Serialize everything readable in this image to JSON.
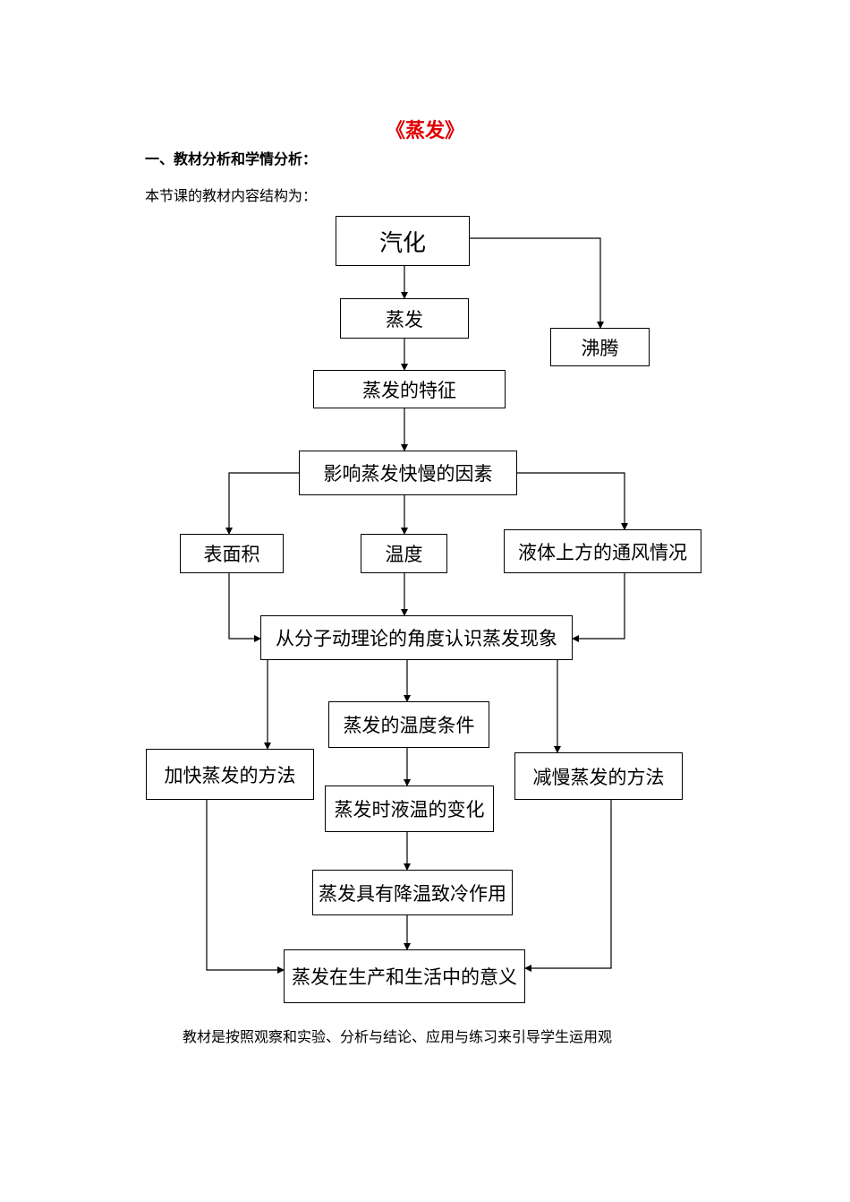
{
  "document": {
    "title": "《蒸发》",
    "section_heading": "一、教材分析和学情分析：",
    "intro": "本节课的教材内容结构为：",
    "paragraph": "教材是按照观察和实验、分析与结论、应用与练习来引导学生运用观"
  },
  "flowchart": {
    "nodes": {
      "vaporization": "汽化",
      "evaporation": "蒸发",
      "boiling": "沸腾",
      "features": "蒸发的特征",
      "factors": "影响蒸发快慢的因素",
      "surface_area": "表面积",
      "temperature": "温度",
      "airflow": "液体上方的通风情况",
      "molecular_view": "从分子动理论的角度认识蒸发现象",
      "temp_condition": "蒸发的温度条件",
      "speed_up": "加快蒸发的方法",
      "slow_down": "减慢蒸发的方法",
      "liquid_temp_change": "蒸发时液温的变化",
      "cooling_effect": "蒸发具有降温致冷作用",
      "significance": "蒸发在生产和生活中的意义"
    }
  }
}
